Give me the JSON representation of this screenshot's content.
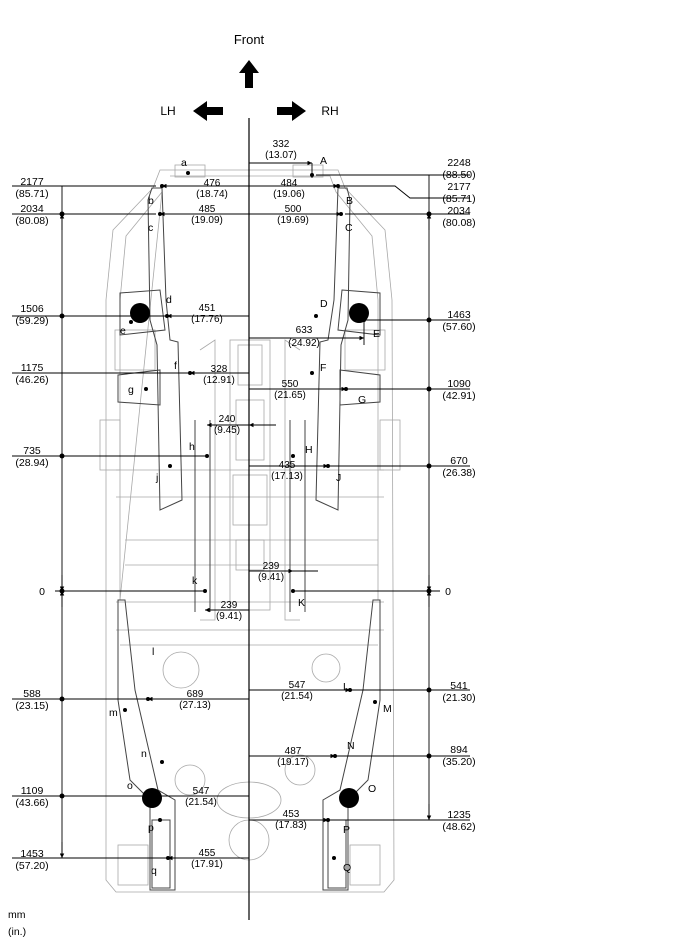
{
  "header": {
    "front_label": "Front",
    "lh_label": "LH",
    "rh_label": "RH"
  },
  "units": {
    "primary": "mm",
    "secondary": "(in.)"
  },
  "longitudinal_dimensions": {
    "left": [
      {
        "mm": "2177",
        "in": "(85.71)"
      },
      {
        "mm": "2034",
        "in": "(80.08)"
      },
      {
        "mm": "1506",
        "in": "(59.29)"
      },
      {
        "mm": "1175",
        "in": "(46.26)"
      },
      {
        "mm": "735",
        "in": "(28.94)"
      },
      {
        "mm": "0",
        "in": ""
      },
      {
        "mm": "588",
        "in": "(23.15)"
      },
      {
        "mm": "1109",
        "in": "(43.66)"
      },
      {
        "mm": "1453",
        "in": "(57.20)"
      }
    ],
    "right": [
      {
        "mm": "2248",
        "in": "(88.50)"
      },
      {
        "mm": "2177",
        "in": "(85.71)"
      },
      {
        "mm": "2034",
        "in": "(80.08)"
      },
      {
        "mm": "1463",
        "in": "(57.60)"
      },
      {
        "mm": "1090",
        "in": "(42.91)"
      },
      {
        "mm": "670",
        "in": "(26.38)"
      },
      {
        "mm": "0",
        "in": ""
      },
      {
        "mm": "541",
        "in": "(21.30)"
      },
      {
        "mm": "894",
        "in": "(35.20)"
      },
      {
        "mm": "1235",
        "in": "(48.62)"
      }
    ]
  },
  "lateral_dimensions": [
    {
      "mm": "332",
      "in": "(13.07)"
    },
    {
      "mm": "476",
      "in": "(18.74)"
    },
    {
      "mm": "484",
      "in": "(19.06)"
    },
    {
      "mm": "485",
      "in": "(19.09)"
    },
    {
      "mm": "500",
      "in": "(19.69)"
    },
    {
      "mm": "451",
      "in": "(17.76)"
    },
    {
      "mm": "633",
      "in": "(24.92)"
    },
    {
      "mm": "328",
      "in": "(12.91)"
    },
    {
      "mm": "550",
      "in": "(21.65)"
    },
    {
      "mm": "240",
      "in": "(9.45)"
    },
    {
      "mm": "435",
      "in": "(17.13)"
    },
    {
      "mm": "239",
      "in": "(9.41)"
    },
    {
      "mm": "239",
      "in": "(9.41)"
    },
    {
      "mm": "689",
      "in": "(27.13)"
    },
    {
      "mm": "547",
      "in": "(21.54)"
    },
    {
      "mm": "487",
      "in": "(19.17)"
    },
    {
      "mm": "547",
      "in": "(21.54)"
    },
    {
      "mm": "453",
      "in": "(17.83)"
    },
    {
      "mm": "455",
      "in": "(17.91)"
    }
  ],
  "points_lh": [
    "a",
    "b",
    "c",
    "d",
    "e",
    "f",
    "g",
    "h",
    "j",
    "k",
    "l",
    "m",
    "n",
    "o",
    "p",
    "q"
  ],
  "points_rh": [
    "A",
    "B",
    "C",
    "D",
    "E",
    "F",
    "G",
    "H",
    "J",
    "K",
    "L",
    "M",
    "N",
    "O",
    "P",
    "Q"
  ]
}
